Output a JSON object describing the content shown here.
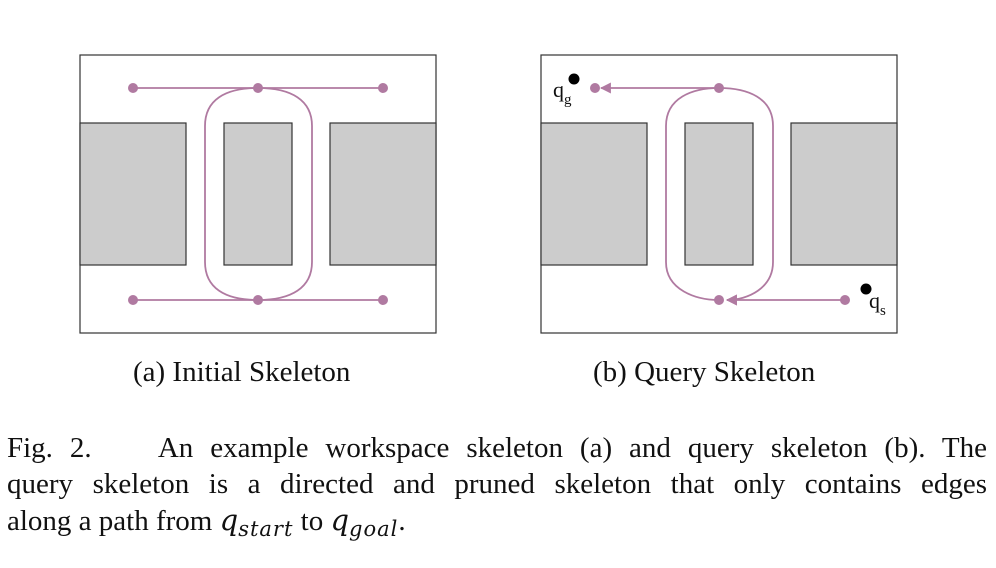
{
  "figure": {
    "panels": [
      {
        "caption": "(a) Initial Skeleton",
        "directed": false,
        "labels": []
      },
      {
        "caption": "(b) Query Skeleton",
        "directed": true,
        "labels": [
          {
            "base": "q",
            "sub": "g"
          },
          {
            "base": "q",
            "sub": "s"
          }
        ]
      }
    ],
    "colors": {
      "edge": "#b07aa1",
      "obstacle": "#cccccc",
      "border": "#333333",
      "point": "#000000"
    },
    "caption": {
      "label": "Fig. 2.",
      "line1": "An example workspace skeleton (a) and query skeleton (b). The",
      "line2": "query skeleton is a directed and pruned skeleton that only contains edges",
      "line3_prefix": "along a path from",
      "start_base": "q",
      "start_sub": "start",
      "to": "to",
      "goal_base": "q",
      "goal_sub": "goal",
      "end": "."
    }
  }
}
